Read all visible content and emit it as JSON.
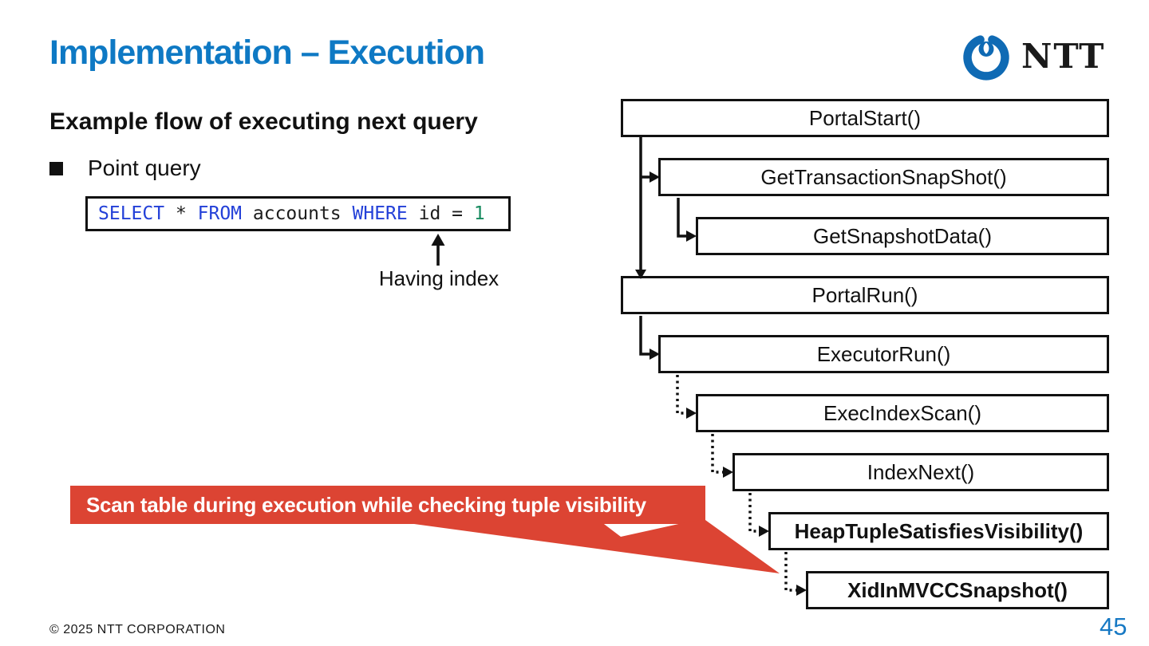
{
  "slide": {
    "title": "Implementation – Execution",
    "footer": "© 2025 NTT CORPORATION",
    "page_number": "45"
  },
  "logo": {
    "text": "NTT"
  },
  "content": {
    "subtitle": "Example flow of executing next query",
    "bullet_label": "Point query",
    "code": {
      "tokens": [
        {
          "t": "SELECT",
          "c": "kw"
        },
        {
          "t": " * ",
          "c": "pl"
        },
        {
          "t": "FROM",
          "c": "kw"
        },
        {
          "t": " accounts ",
          "c": "pl"
        },
        {
          "t": "WHERE",
          "c": "kw"
        },
        {
          "t": " id = ",
          "c": "pl"
        },
        {
          "t": "1",
          "c": "num"
        }
      ],
      "full_text": "SELECT * FROM accounts WHERE id = 1"
    },
    "code_annotation": "Having index",
    "callout": "Scan table during execution while checking tuple visibility"
  },
  "flow": {
    "boxes": [
      {
        "label": "PortalStart()"
      },
      {
        "label": "GetTransactionSnapShot()"
      },
      {
        "label": "GetSnapshotData()"
      },
      {
        "label": "PortalRun()"
      },
      {
        "label": "ExecutorRun()"
      },
      {
        "label": "ExecIndexScan()"
      },
      {
        "label": "IndexNext()"
      },
      {
        "label": "HeapTupleSatisfiesVisibility()"
      },
      {
        "label": "XidInMVCCSnapshot()"
      }
    ]
  },
  "colors": {
    "title_blue": "#0e79c4",
    "logo_blue": "#0f6ab4",
    "callout_red": "#dc4433",
    "keyword_blue": "#2340d8",
    "number_green": "#168a5e",
    "page_number_blue": "#1779c4",
    "line_black": "#111111"
  }
}
